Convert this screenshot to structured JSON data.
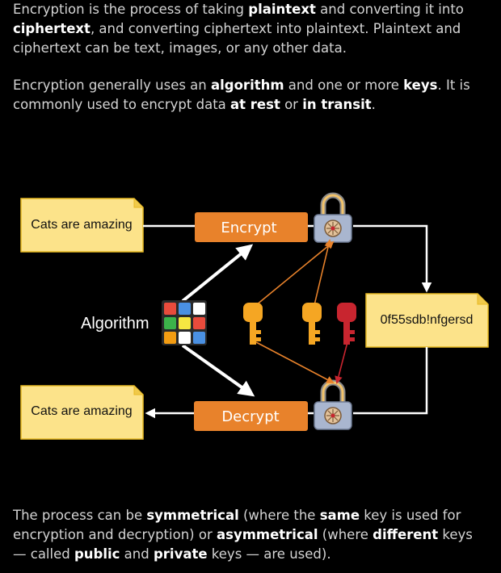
{
  "intro": {
    "p1": [
      {
        "t": "Encryption is the process of taking "
      },
      {
        "t": "plaintext",
        "b": true
      },
      {
        "t": " and converting it into "
      },
      {
        "t": "ciphertext",
        "b": true
      },
      {
        "t": ", and converting ciphertext into plaintext. Plaintext and ciphertext can be text, images, or any other data."
      }
    ],
    "p2": [
      {
        "t": "Encryption generally uses an "
      },
      {
        "t": "algorithm",
        "b": true
      },
      {
        "t": " and one or more "
      },
      {
        "t": "keys",
        "b": true
      },
      {
        "t": ". It is commonly used to encrypt data "
      },
      {
        "t": "at rest",
        "b": true
      },
      {
        "t": " or "
      },
      {
        "t": "in transit",
        "b": true
      },
      {
        "t": "."
      }
    ]
  },
  "diagram": {
    "plaintext_top": "Cats are amazing",
    "plaintext_bottom": "Cats are amazing",
    "ciphertext": "0f55sdb!nfgersd",
    "encrypt_label": "Encrypt",
    "decrypt_label": "Decrypt",
    "algorithm_label": "Algorithm",
    "colors": {
      "note_fill": "#fce38a",
      "note_border": "#e8b923",
      "button": "#e8822b",
      "key_orange": "#f5a623",
      "key_red": "#c8252f",
      "arrow_orange": "#e8822b",
      "arrow_red": "#c8252f",
      "lock_body": "#a9b6cf"
    },
    "icons": [
      "padlock-icon",
      "key-icon",
      "rubiks-cube-icon"
    ]
  },
  "outro": {
    "p3": [
      {
        "t": "The process can be "
      },
      {
        "t": "symmetrical",
        "b": true
      },
      {
        "t": " (where the "
      },
      {
        "t": "same",
        "b": true
      },
      {
        "t": " key is used for encryption and decryption) or "
      },
      {
        "t": "asymmetrical",
        "b": true
      },
      {
        "t": " (where "
      },
      {
        "t": "different",
        "b": true
      },
      {
        "t": " keys — called "
      },
      {
        "t": "public",
        "b": true
      },
      {
        "t": " and "
      },
      {
        "t": "private",
        "b": true
      },
      {
        "t": " keys — are used)."
      }
    ]
  }
}
